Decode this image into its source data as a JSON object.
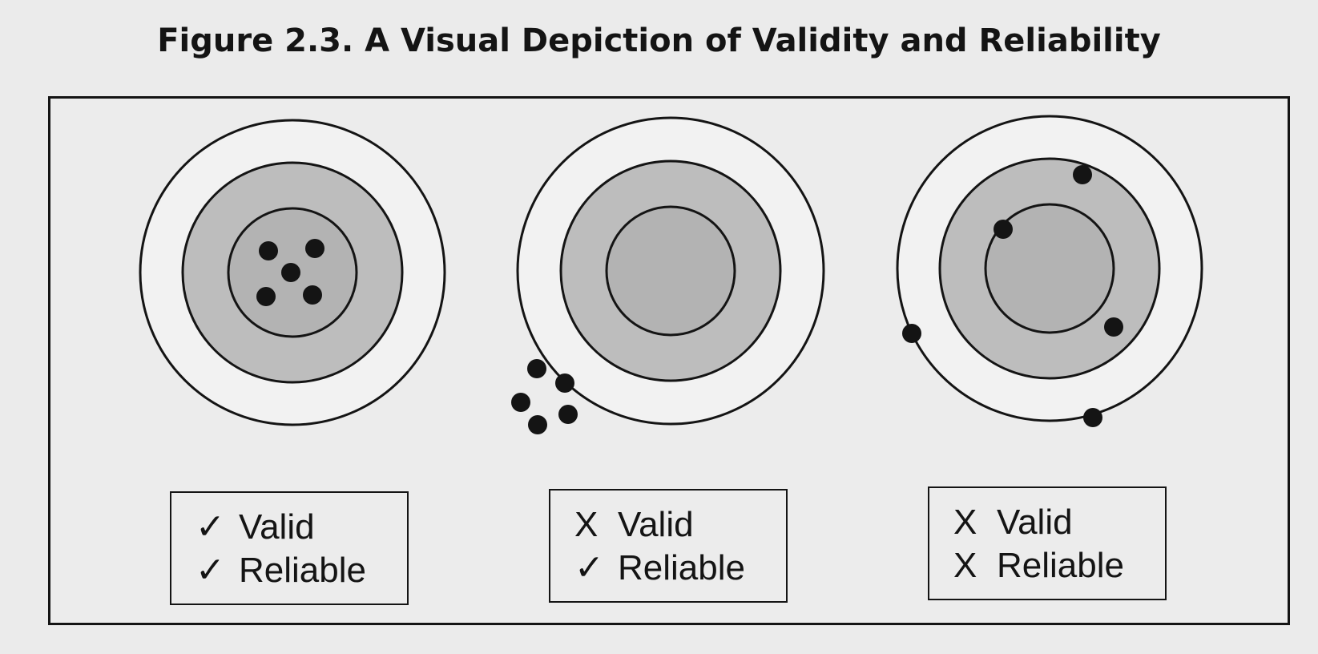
{
  "title": "Figure 2.3. A Visual Depiction of Validity and Reliability",
  "targets": [
    {
      "dot_count": 5,
      "labels": [
        {
          "mark": "✓",
          "text": "Valid"
        },
        {
          "mark": "✓",
          "text": "Reliable"
        }
      ]
    },
    {
      "dot_count": 5,
      "labels": [
        {
          "mark": "X",
          "text": "Valid"
        },
        {
          "mark": "✓",
          "text": "Reliable"
        }
      ]
    },
    {
      "dot_count": 5,
      "labels": [
        {
          "mark": "X",
          "text": "Valid"
        },
        {
          "mark": "X",
          "text": "Reliable"
        }
      ]
    }
  ],
  "colors": {
    "ring_fill": "#bdbdbd",
    "bullseye_fill": "#b3b3b3",
    "outer_fill": "#f0f0f0",
    "ink": "#141414"
  }
}
